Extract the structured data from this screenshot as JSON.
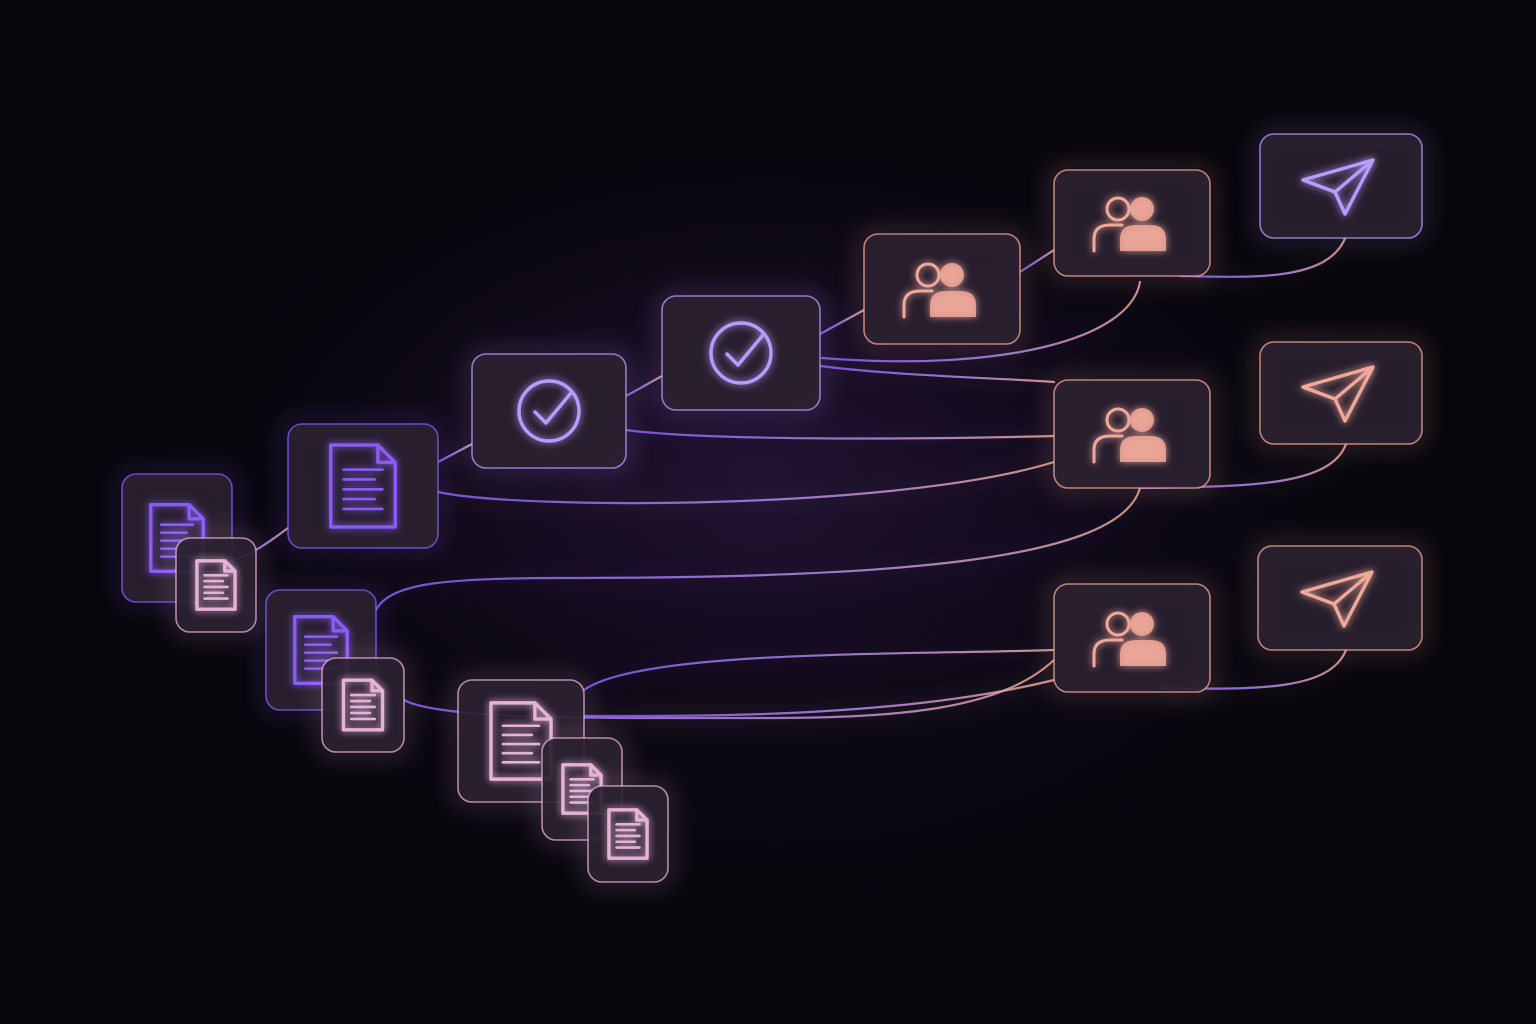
{
  "colors": {
    "background": "#07050b",
    "violet": "#8a5cf6",
    "lavender": "#b79cff",
    "peach": "#f0a89a",
    "pink": "#e6b3d8",
    "node_fill": "#2a2130"
  },
  "icons": {
    "document": "document-icon",
    "check": "check-circle-icon",
    "users": "users-icon",
    "send": "paper-plane-icon"
  },
  "nodes": [
    {
      "id": "doc-stack-a1",
      "icon": "document-icon",
      "tone": "violet"
    },
    {
      "id": "doc-stack-a2",
      "icon": "document-icon",
      "tone": "pink"
    },
    {
      "id": "doc-main",
      "icon": "document-icon",
      "tone": "violet"
    },
    {
      "id": "check-1",
      "icon": "check-circle-icon",
      "tone": "lavender"
    },
    {
      "id": "check-2",
      "icon": "check-circle-icon",
      "tone": "lavender"
    },
    {
      "id": "users-1",
      "icon": "users-icon",
      "tone": "peach"
    },
    {
      "id": "users-2",
      "icon": "users-icon",
      "tone": "peach"
    },
    {
      "id": "send-1",
      "icon": "paper-plane-icon",
      "tone": "lavender"
    },
    {
      "id": "users-3",
      "icon": "users-icon",
      "tone": "peach"
    },
    {
      "id": "send-2",
      "icon": "paper-plane-icon",
      "tone": "peach"
    },
    {
      "id": "doc-stack-b1",
      "icon": "document-icon",
      "tone": "violet"
    },
    {
      "id": "doc-stack-b2",
      "icon": "document-icon",
      "tone": "pink"
    },
    {
      "id": "users-4",
      "icon": "users-icon",
      "tone": "peach"
    },
    {
      "id": "send-3",
      "icon": "paper-plane-icon",
      "tone": "peach"
    },
    {
      "id": "doc-stack-c1",
      "icon": "document-icon",
      "tone": "pink"
    },
    {
      "id": "doc-stack-c2",
      "icon": "document-icon",
      "tone": "pink"
    },
    {
      "id": "doc-stack-c3",
      "icon": "document-icon",
      "tone": "pink"
    }
  ]
}
